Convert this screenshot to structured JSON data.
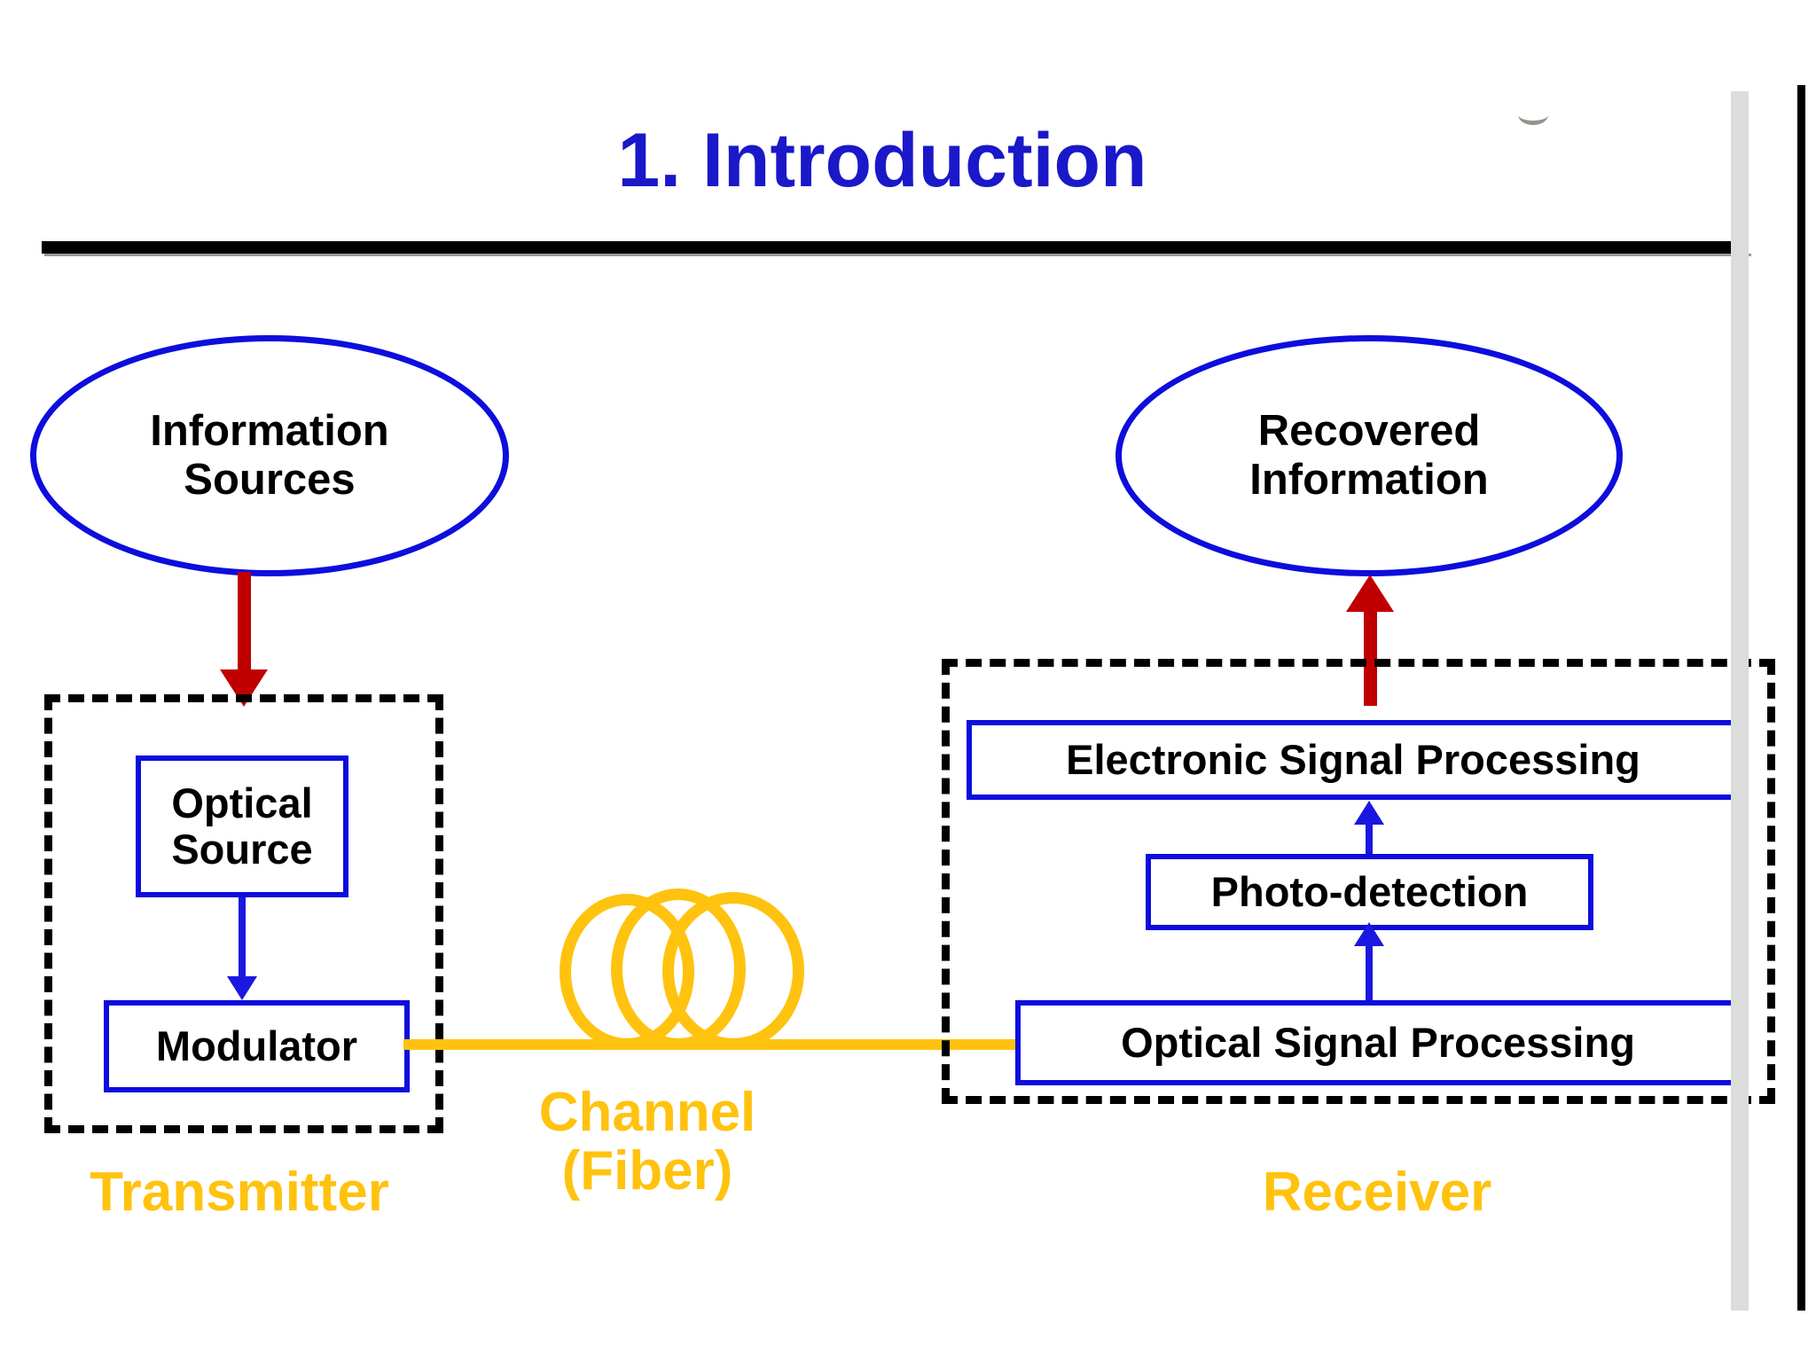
{
  "slide": {
    "title": "1. Introduction",
    "title_color": "#1a18c8",
    "background": "#ffffff"
  },
  "diagram": {
    "type": "block-diagram",
    "subject": "Optical fiber communication system",
    "nodes": {
      "information_sources": {
        "label": "Information\nSources",
        "shape": "ellipse",
        "stroke": "#0d0ddd",
        "text_color": "#000000"
      },
      "recovered_information": {
        "label": "Recovered\nInformation",
        "shape": "ellipse",
        "stroke": "#0d0ddd",
        "text_color": "#000000"
      },
      "optical_source": {
        "label": "Optical\nSource",
        "shape": "rect",
        "stroke": "#0d0ddd"
      },
      "modulator": {
        "label": "Modulator",
        "shape": "rect",
        "stroke": "#0d0ddd"
      },
      "electronic_signal_processing": {
        "label": "Electronic Signal Processing",
        "shape": "rect",
        "stroke": "#0d0ddd"
      },
      "photo_detection": {
        "label": "Photo-detection",
        "shape": "rect",
        "stroke": "#0d0ddd"
      },
      "optical_signal_processing": {
        "label": "Optical Signal Processing",
        "shape": "rect",
        "stroke": "#0d0ddd"
      }
    },
    "groups": {
      "transmitter": {
        "label": "Transmitter",
        "label_color": "#ffc20e",
        "border_style": "dashed",
        "border_color": "#000000",
        "members": [
          "optical_source",
          "modulator"
        ]
      },
      "receiver": {
        "label": "Receiver",
        "label_color": "#ffc20e",
        "border_style": "dashed",
        "border_color": "#000000",
        "members": [
          "optical_signal_processing",
          "photo_detection",
          "electronic_signal_processing"
        ]
      },
      "channel": {
        "label": "Channel\n(Fiber)",
        "label_color": "#ffc20e",
        "icon": "fiber-coil",
        "icon_color": "#ffc20e"
      }
    },
    "connections": [
      {
        "from": "information_sources",
        "to": "transmitter",
        "color": "#c00000",
        "direction": "down"
      },
      {
        "from": "optical_source",
        "to": "modulator",
        "color": "#1a18e0",
        "direction": "down"
      },
      {
        "from": "modulator",
        "to": "optical_signal_processing",
        "color": "#ffc20e",
        "direction": "right"
      },
      {
        "from": "optical_signal_processing",
        "to": "photo_detection",
        "color": "#1a18e0",
        "direction": "up"
      },
      {
        "from": "photo_detection",
        "to": "electronic_signal_processing",
        "color": "#1a18e0",
        "direction": "up"
      },
      {
        "from": "receiver",
        "to": "recovered_information",
        "color": "#c00000",
        "direction": "up"
      }
    ]
  }
}
